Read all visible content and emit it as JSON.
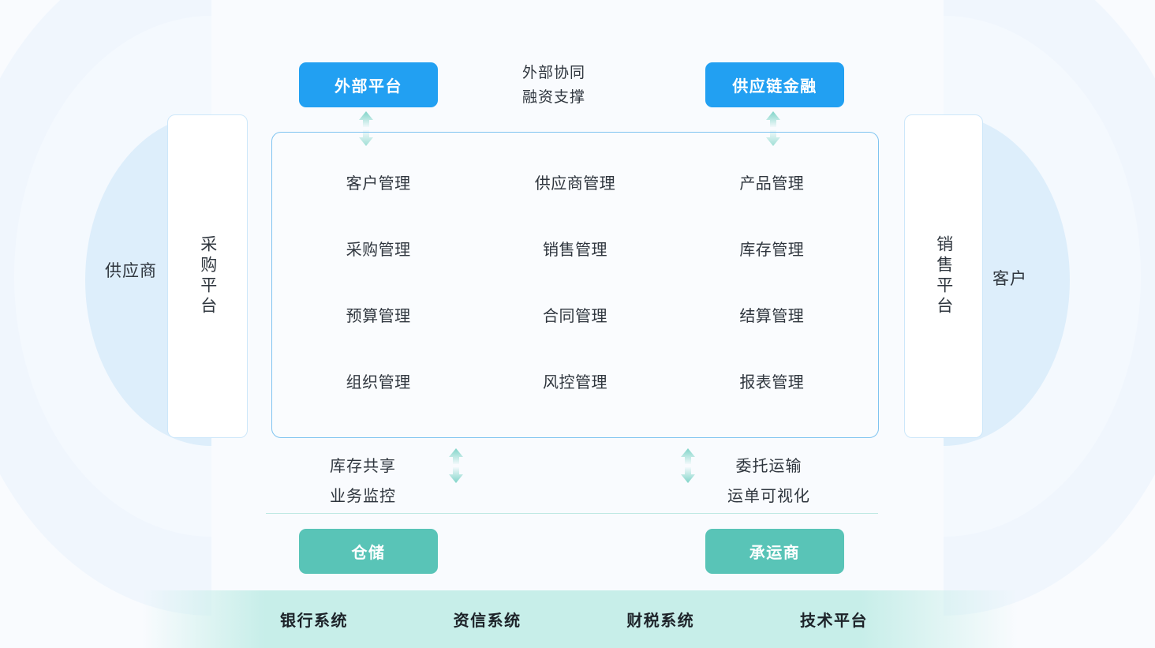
{
  "background": {
    "page_color": "#f9fbfe",
    "arc_color_outer": "#eef5fd",
    "arc_color_inner": "#dceefb"
  },
  "actors": {
    "left_label": "供应商",
    "right_label": "客户"
  },
  "platforms": {
    "left": {
      "label": "采购平台"
    },
    "right": {
      "label": "销售平台"
    }
  },
  "top": {
    "external_platform": {
      "label": "外部平台",
      "color": "#22a0f2"
    },
    "supply_chain_finance": {
      "label": "供应链金融",
      "color": "#22a0f2"
    },
    "note_line1": "外部协同",
    "note_line2": "融资支撑"
  },
  "modules": {
    "items": [
      {
        "label": "客户管理"
      },
      {
        "label": "供应商管理"
      },
      {
        "label": "产品管理"
      },
      {
        "label": "采购管理"
      },
      {
        "label": "销售管理"
      },
      {
        "label": "库存管理"
      },
      {
        "label": "预算管理"
      },
      {
        "label": "合同管理"
      },
      {
        "label": "结算管理"
      },
      {
        "label": "组织管理"
      },
      {
        "label": "风控管理"
      },
      {
        "label": "报表管理"
      }
    ]
  },
  "logistics": {
    "left_capabilities": [
      "库存共享",
      "业务监控"
    ],
    "right_capabilities": [
      "委托运输",
      "运单可视化"
    ],
    "warehouse": {
      "label": "仓储",
      "color": "#59c4b7"
    },
    "carrier": {
      "label": "承运商",
      "color": "#59c4b7"
    },
    "arrow_color": "#7fd4c8"
  },
  "support_band": {
    "color": "#c7eee9",
    "items": [
      {
        "label": "银行系统"
      },
      {
        "label": "资信系统"
      },
      {
        "label": "财税系统"
      },
      {
        "label": "技术平台"
      }
    ]
  }
}
